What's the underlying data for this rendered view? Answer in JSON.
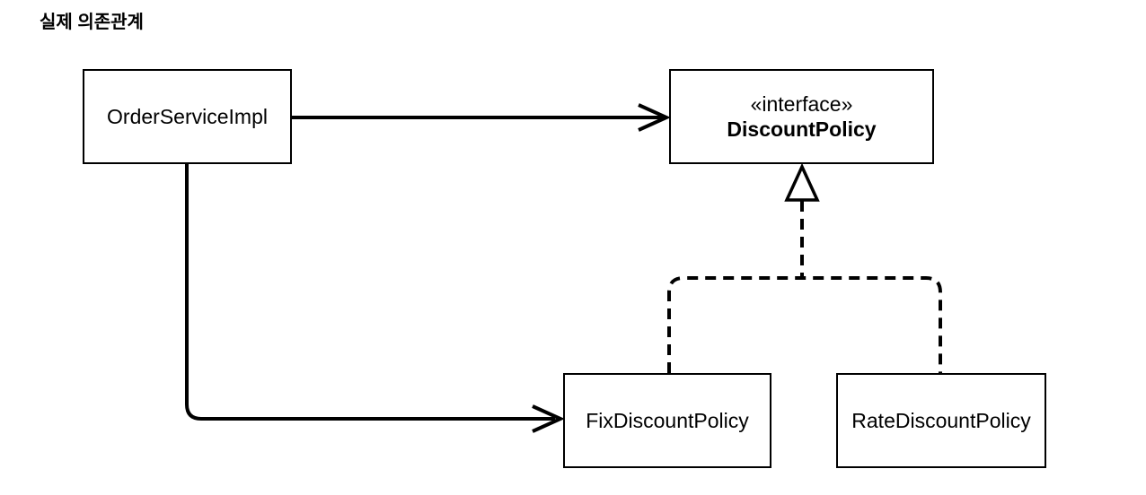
{
  "title": "실제 의존관계",
  "colors": {
    "background": "#ffffff",
    "stroke": "#000000",
    "text": "#000000"
  },
  "diagram": {
    "nodes": {
      "order_service": {
        "label": "OrderServiceImpl"
      },
      "discount_policy": {
        "stereotype": "«interface»",
        "label": "DiscountPolicy"
      },
      "fix_discount": {
        "label": "FixDiscountPolicy"
      },
      "rate_discount": {
        "label": "RateDiscountPolicy"
      }
    },
    "edges": [
      {
        "from": "OrderServiceImpl",
        "to": "DiscountPolicy",
        "type": "dependency",
        "style": "solid-open-arrow"
      },
      {
        "from": "OrderServiceImpl",
        "to": "FixDiscountPolicy",
        "type": "dependency",
        "style": "solid-open-arrow"
      },
      {
        "from": "FixDiscountPolicy",
        "to": "DiscountPolicy",
        "type": "realization",
        "style": "dashed-hollow-triangle"
      },
      {
        "from": "RateDiscountPolicy",
        "to": "DiscountPolicy",
        "type": "realization",
        "style": "dashed-hollow-triangle"
      }
    ]
  }
}
